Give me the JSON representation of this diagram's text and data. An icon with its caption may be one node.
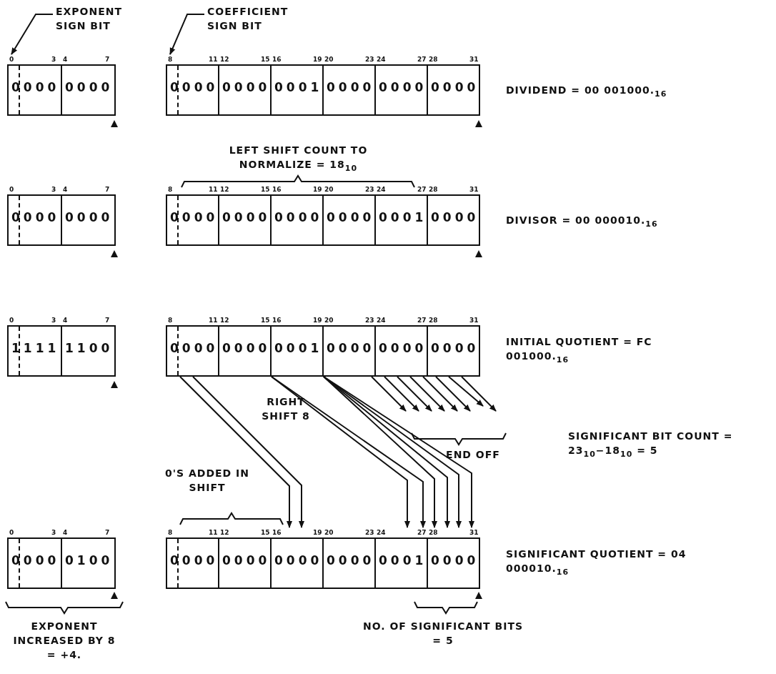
{
  "diagram": {
    "nodes": [
      {
        "text": [
          "EXPONENT SIGN BIT"
        ]
      },
      {
        "text": [
          "COEFFICIENT SIGN BIT"
        ]
      },
      {
        "text": [
          "0000"
        ]
      },
      {
        "text": [
          "0000"
        ]
      },
      {
        "text": [
          "0000"
        ]
      },
      {
        "text": [
          "0000"
        ]
      },
      {
        "text": [
          "0001"
        ]
      },
      {
        "text": [
          "0000"
        ]
      },
      {
        "text": [
          "0000"
        ]
      },
      {
        "text": [
          "0000"
        ]
      },
      {
        "text": [
          "0000"
        ]
      },
      {
        "text": [
          "0000"
        ]
      },
      {
        "text": [
          "0000"
        ]
      },
      {
        "text": [
          "0000"
        ]
      },
      {
        "text": [
          "0000"
        ]
      },
      {
        "text": [
          "0000"
        ]
      },
      {
        "text": [
          "0001"
        ]
      },
      {
        "text": [
          "0000"
        ]
      },
      {
        "text": [
          "1111"
        ]
      },
      {
        "text": [
          "1100"
        ]
      },
      {
        "text": [
          "0000"
        ]
      },
      {
        "text": [
          "0000"
        ]
      },
      {
        "text": [
          "0001"
        ]
      },
      {
        "text": [
          "0000"
        ]
      },
      {
        "text": [
          "0000"
        ]
      },
      {
        "text": [
          "0000"
        ]
      },
      {
        "text": [
          "0000"
        ]
      },
      {
        "text": [
          "0100"
        ]
      },
      {
        "text": [
          "0000"
        ]
      },
      {
        "text": [
          "0000"
        ]
      },
      {
        "text": [
          "0000"
        ]
      },
      {
        "text": [
          "0000"
        ]
      },
      {
        "text": [
          "0001"
        ]
      },
      {
        "text": [
          "0000"
        ]
      }
    ],
    "edges": [
      {
        "from": 0,
        "to": 2,
        "arrow": "to"
      },
      {
        "from": 1,
        "to": 4,
        "arrow": "to"
      },
      {
        "from": 20,
        "to": 30,
        "arrow": "to"
      },
      {
        "from": 20,
        "to": 30,
        "arrow": "to"
      },
      {
        "from": 21,
        "to": 32,
        "arrow": "to"
      },
      {
        "from": 21,
        "to": 32,
        "arrow": "to"
      },
      {
        "from": 22,
        "to": 33,
        "arrow": "to"
      },
      {
        "from": 22,
        "to": 33,
        "arrow": "to"
      },
      {
        "from": 22,
        "to": 33,
        "arrow": "to"
      },
      {
        "from": 22,
        "to": 33,
        "arrow": "to"
      },
      {
        "from": 23,
        "to": null,
        "arrow": "to"
      },
      {
        "from": 24,
        "to": null,
        "arrow": "to"
      },
      {
        "from": 24,
        "to": null,
        "arrow": "to"
      },
      {
        "from": 24,
        "to": null,
        "arrow": "to"
      },
      {
        "from": 24,
        "to": null,
        "arrow": "to"
      },
      {
        "from": 25,
        "to": null,
        "arrow": "to"
      },
      {
        "from": 25,
        "to": null,
        "arrow": "to"
      },
      {
        "from": 25,
        "to": null,
        "arrow": "to"
      }
    ],
    "labels": [
      "0",
      "3",
      "4",
      "7",
      "8",
      "11",
      "12",
      "15",
      "16",
      "19",
      "20",
      "23",
      "24",
      "27",
      "28",
      "31",
      "DIVIDEND = 00 001000.$_{16}$",
      "LEFT SHIFT COUNT TO NORMALIZE = 18$_{10}$",
      "0",
      "3",
      "4",
      "7",
      "8",
      "11",
      "12",
      "15",
      "16",
      "19",
      "20",
      "23",
      "24",
      "27",
      "28",
      "31",
      "DIVISOR = 00 000010.$_{16}$",
      "0",
      "3",
      "4",
      "7",
      "8",
      "11",
      "12",
      "15",
      "16",
      "19",
      "20",
      "23",
      "24",
      "27",
      "28",
      "31",
      "INITIAL QUOTIENT = FC 001000.$_{16}$",
      "RIGHT SHIFT 8",
      "END OFF",
      "SIGNIFICANT BIT COUNT = 23$_{10}$−18$_{10}$ = 5",
      "0'S ADDED IN SHIFT",
      "0",
      "3",
      "4",
      "7",
      "8",
      "11",
      "12",
      "15",
      "16",
      "19",
      "20",
      "23",
      "24",
      "27",
      "28",
      "31",
      "SIGNIFICANT QUOTIENT = 04 000010.$_{16}$",
      "EXPONENT INCREASED BY 8 = +4.",
      "NO. OF SIGNIFICANT BITS = 5"
    ]
  }
}
